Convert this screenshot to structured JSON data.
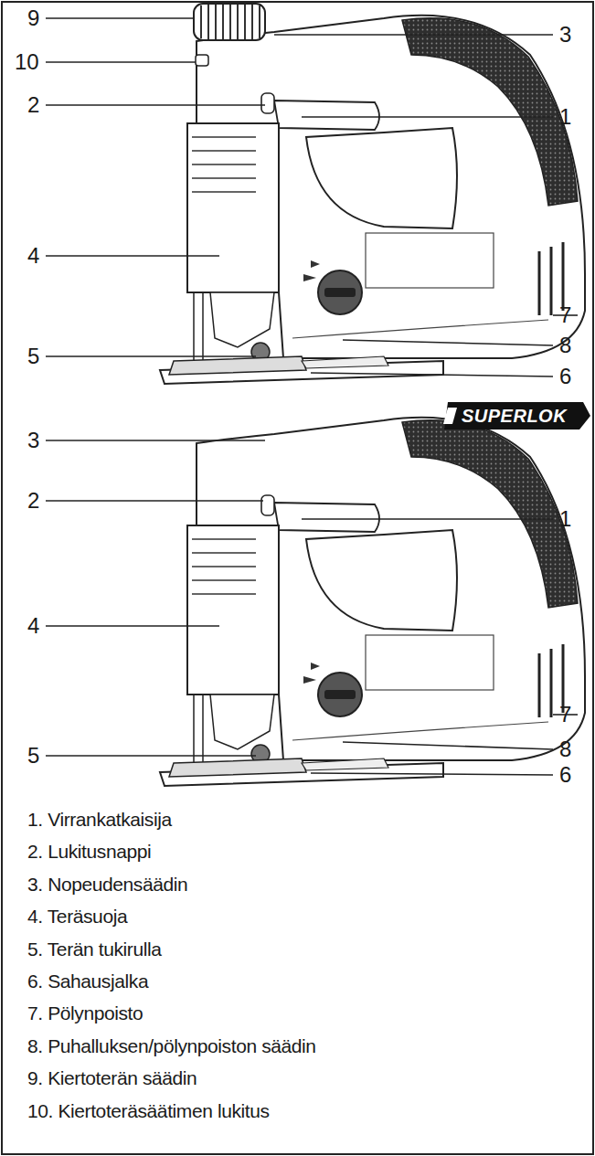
{
  "diagram": {
    "labels": [
      "9",
      "3",
      "10",
      "2",
      "1",
      "4",
      "7",
      "8",
      "5",
      "6",
      "SUPERLOK",
      "3",
      "2",
      "1",
      "4",
      "7",
      "8",
      "5",
      "6",
      "1. Virrankatkaisija",
      "2. Lukitusnappi",
      "3. Nopeudensäädin",
      "4. Teräsuoja",
      "5. Terän tukirulla",
      "6. Sahausjalka",
      "7. Pölynpoisto",
      "8. Puhalluksen/pölynpoiston säädin",
      "9. Kiertoterän säädin",
      "10. Kiertoteräsäätimen lukitus"
    ]
  }
}
